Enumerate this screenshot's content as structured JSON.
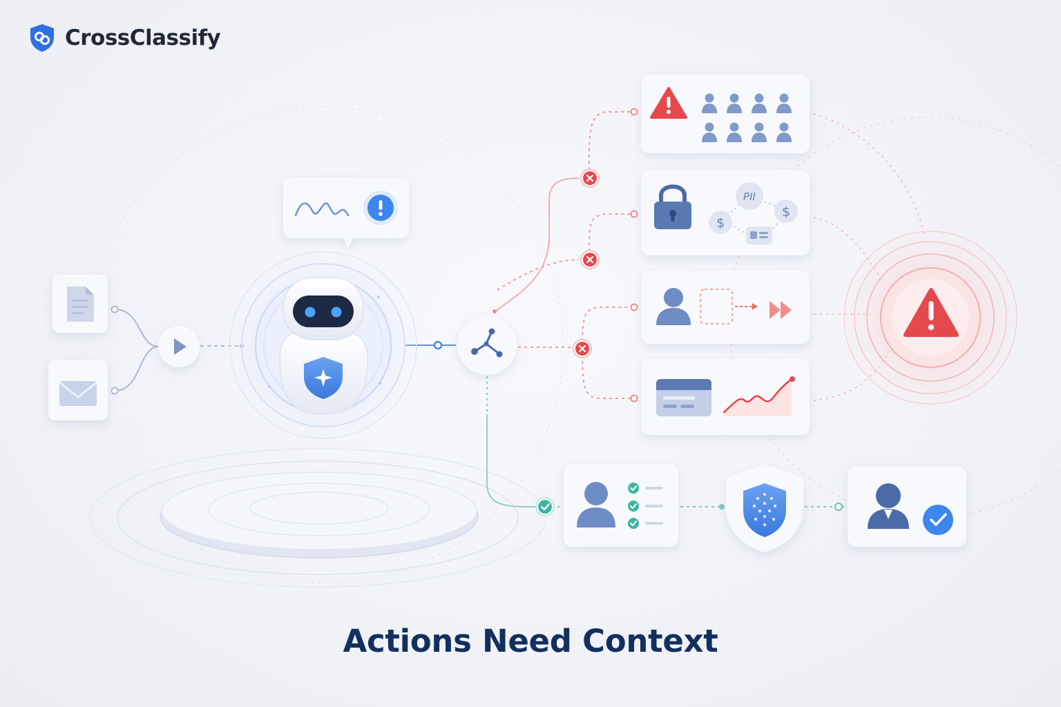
{
  "brand": {
    "name": "CrossClassify",
    "icon": "shield-link-icon",
    "accent": "#2f6fe0"
  },
  "diagram": {
    "nodes": {
      "inputs": [
        "document-icon",
        "email-icon"
      ],
      "trigger": "play-icon",
      "agent": "robot-icon",
      "agent_badge": "shield-star-icon",
      "speech": [
        "signal-wave-icon",
        "exclamation-icon"
      ],
      "router": "branch-icon"
    },
    "risk_cards": [
      {
        "name": "risk-card-users",
        "icons": [
          "warning-icon",
          "users-grid-icon"
        ]
      },
      {
        "name": "risk-card-pii",
        "icons": [
          "lock-icon"
        ],
        "labels": {
          "pii": "PII",
          "dollar": "$"
        }
      },
      {
        "name": "risk-card-transfer",
        "icons": [
          "user-icon",
          "forward-arrows-icon"
        ]
      },
      {
        "name": "risk-card-payment",
        "icons": [
          "card-icon",
          "trend-up-icon"
        ]
      }
    ],
    "alert": {
      "icon": "alert-triangle-icon",
      "color": "#e5484d"
    },
    "safe_path": {
      "icons": [
        "user-checklist-icon",
        "shield-grid-icon",
        "verified-user-icon"
      ],
      "color": "#3fb6a0"
    },
    "colors": {
      "blue": "#2f6fe0",
      "red": "#e5484d",
      "teal": "#3fb6a0",
      "slate": "#5a7ab6"
    }
  },
  "headline": "Actions Need Context"
}
